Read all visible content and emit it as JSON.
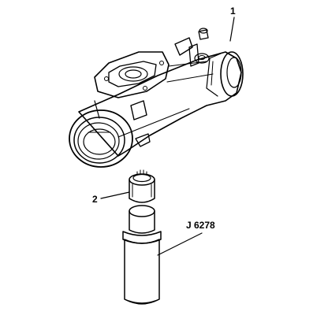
{
  "diagram": {
    "callouts": [
      {
        "id": "1",
        "text": "1"
      },
      {
        "id": "2",
        "text": "2"
      },
      {
        "id": "tool",
        "text": "J 6278"
      }
    ]
  }
}
